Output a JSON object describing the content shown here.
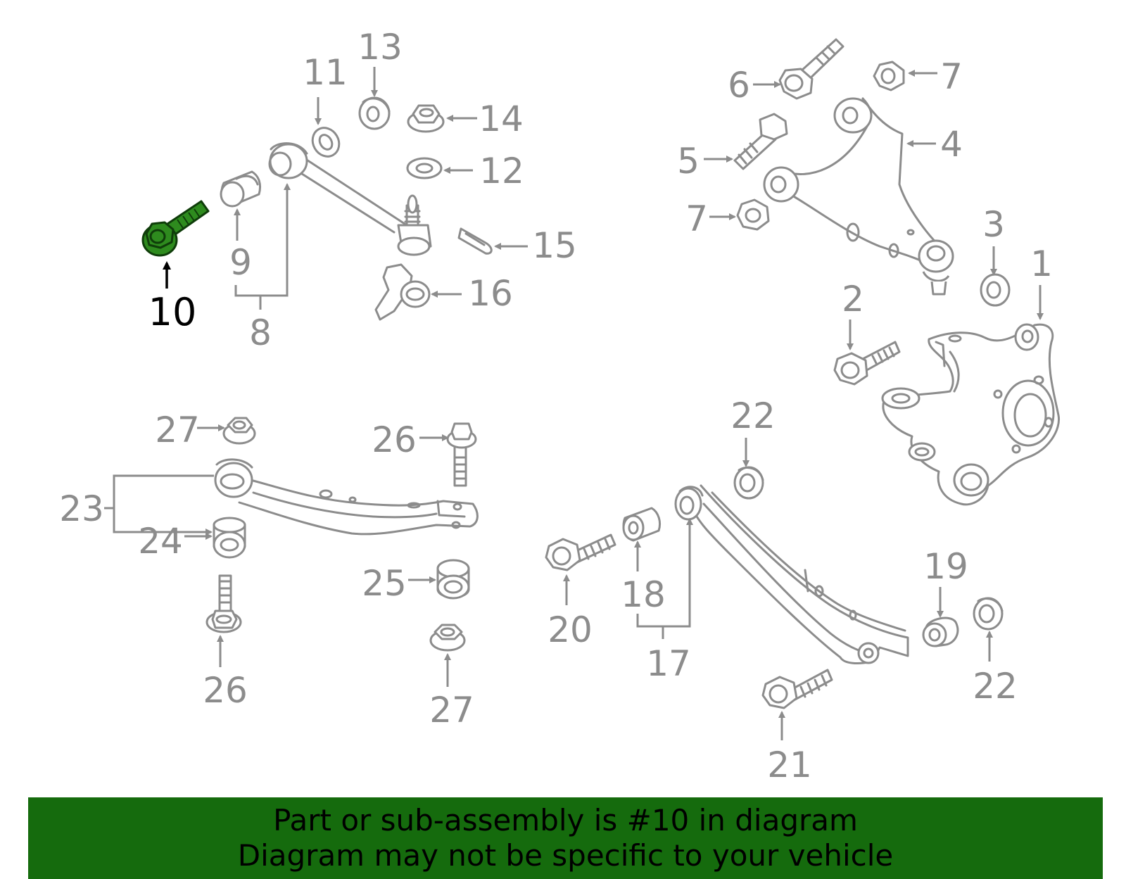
{
  "diagram": {
    "highlighted_part": "10",
    "colors": {
      "line": "#8c8c8c",
      "highlight": "#2e8b1e",
      "banner": "#156b0d"
    },
    "labels": {
      "l1": "1",
      "l2": "2",
      "l3": "3",
      "l4": "4",
      "l5": "5",
      "l6": "6",
      "l7a": "7",
      "l7b": "7",
      "l8": "8",
      "l9": "9",
      "l10": "10",
      "l11": "11",
      "l12": "12",
      "l13": "13",
      "l14": "14",
      "l15": "15",
      "l16": "16",
      "l17": "17",
      "l18": "18",
      "l19": "19",
      "l20": "20",
      "l21": "21",
      "l22a": "22",
      "l22b": "22",
      "l23": "23",
      "l24": "24",
      "l25": "25",
      "l26a": "26",
      "l26b": "26",
      "l27a": "27",
      "l27b": "27"
    }
  },
  "footer": {
    "line1": "Part or sub-assembly is #10 in diagram",
    "line2": "Diagram may not be specific to your vehicle"
  }
}
